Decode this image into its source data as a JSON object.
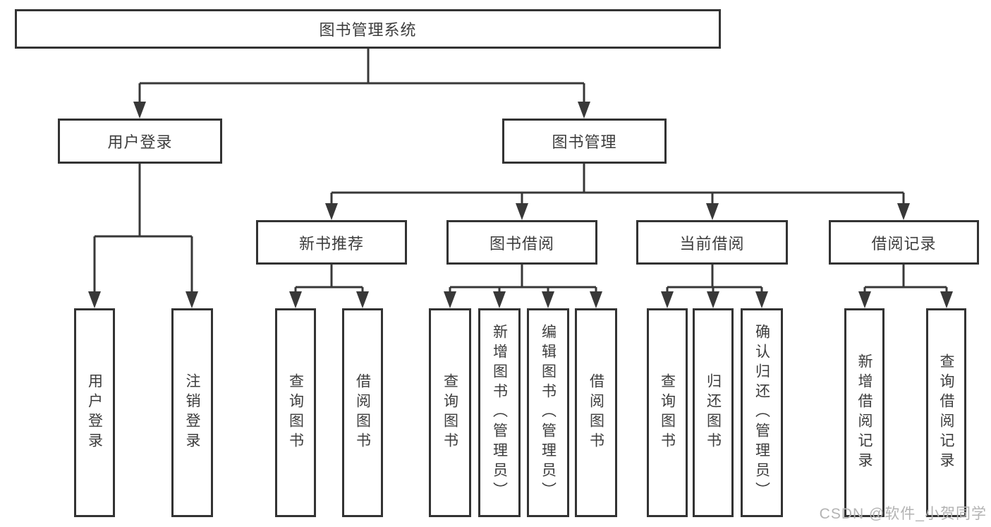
{
  "diagram": {
    "root": {
      "label": "图书管理系统"
    },
    "branches": [
      {
        "label": "用户登录",
        "children": [
          {
            "label": "用户登录"
          },
          {
            "label": "注销登录"
          }
        ]
      },
      {
        "label": "图书管理",
        "children": [
          {
            "label": "新书推荐",
            "children": [
              {
                "label": "查询图书"
              },
              {
                "label": "借阅图书"
              }
            ]
          },
          {
            "label": "图书借阅",
            "children": [
              {
                "label": "查询图书"
              },
              {
                "label": "新增图书（管理员）"
              },
              {
                "label": "编辑图书（管理员）"
              },
              {
                "label": "借阅图书"
              }
            ]
          },
          {
            "label": "当前借阅",
            "children": [
              {
                "label": "查询图书"
              },
              {
                "label": "归还图书"
              },
              {
                "label": "确认归还（管理员）"
              }
            ]
          },
          {
            "label": "借阅记录",
            "children": [
              {
                "label": "新增借阅记录"
              },
              {
                "label": "查询借阅记录"
              }
            ]
          }
        ]
      }
    ]
  },
  "watermark": {
    "text": "CSDN @软件_小贺同学"
  },
  "colors": {
    "line": "#383838",
    "box_border": "#333333",
    "text": "#3d3d3d",
    "watermark": "#b3b3b3",
    "background": "#ffffff"
  }
}
